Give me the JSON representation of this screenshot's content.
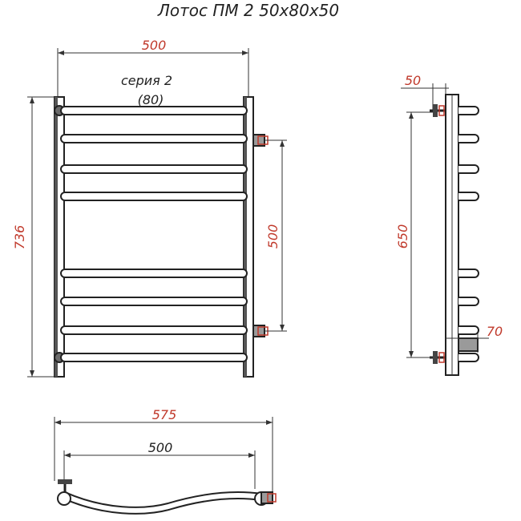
{
  "title": "Лотос ПМ 2 50х80х50",
  "series": {
    "label": "серия 2",
    "sub": "(80)"
  },
  "dims": {
    "front_width": "500",
    "front_height": "736",
    "connection_spacing": "500",
    "side_offset": "50",
    "side_height": "650",
    "side_depth": "70",
    "top_total": "575",
    "top_inner": "500"
  },
  "colors": {
    "dimension": "#c0392b",
    "line": "#222222"
  }
}
